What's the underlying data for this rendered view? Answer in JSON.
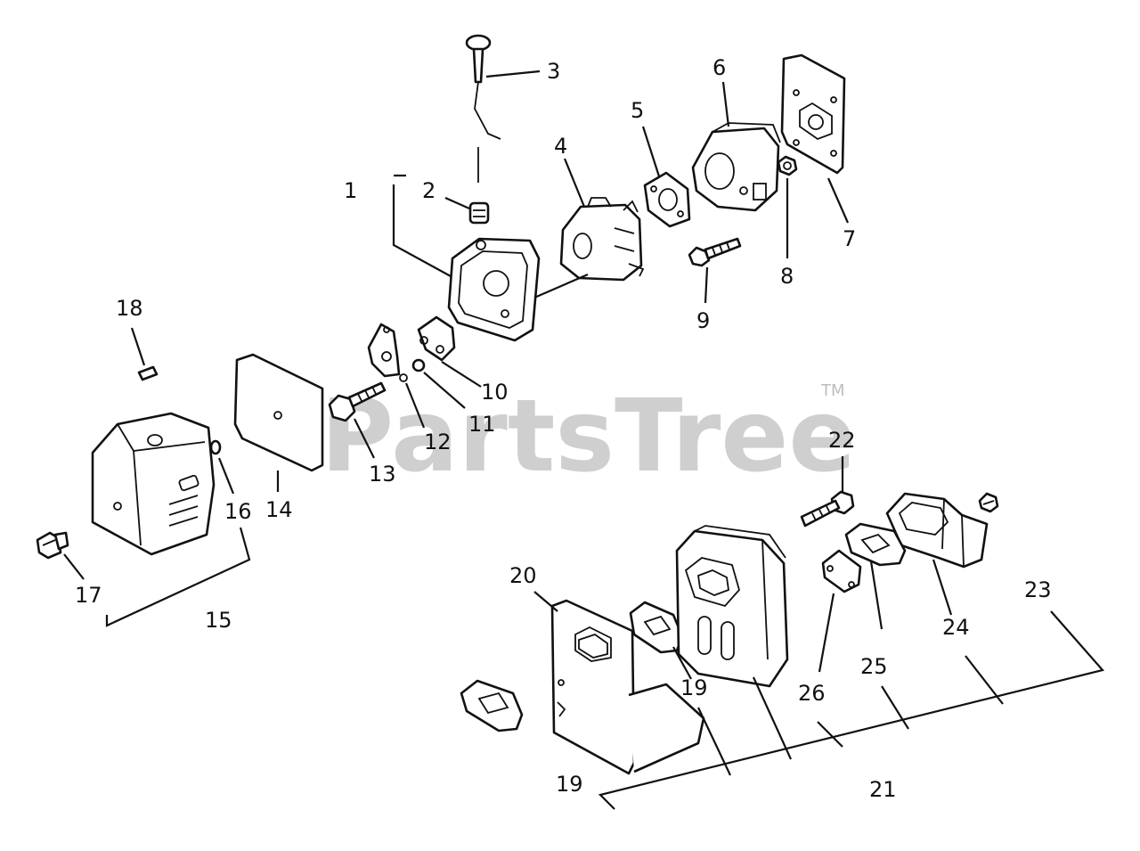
{
  "watermark": {
    "brand": "PartsTree",
    "trademark": "TM"
  },
  "callouts": [
    {
      "id": "c1",
      "label": "1"
    },
    {
      "id": "c2",
      "label": "2"
    },
    {
      "id": "c3",
      "label": "3"
    },
    {
      "id": "c4",
      "label": "4"
    },
    {
      "id": "c5",
      "label": "5"
    },
    {
      "id": "c6",
      "label": "6"
    },
    {
      "id": "c7",
      "label": "7"
    },
    {
      "id": "c8",
      "label": "8"
    },
    {
      "id": "c9",
      "label": "9"
    },
    {
      "id": "c10",
      "label": "10"
    },
    {
      "id": "c11",
      "label": "11"
    },
    {
      "id": "c12",
      "label": "12"
    },
    {
      "id": "c13",
      "label": "13"
    },
    {
      "id": "c14",
      "label": "14"
    },
    {
      "id": "c15",
      "label": "15"
    },
    {
      "id": "c16",
      "label": "16"
    },
    {
      "id": "c17",
      "label": "17"
    },
    {
      "id": "c18",
      "label": "18"
    },
    {
      "id": "c19a",
      "label": "19"
    },
    {
      "id": "c19b",
      "label": "19"
    },
    {
      "id": "c20",
      "label": "20"
    },
    {
      "id": "c21",
      "label": "21"
    },
    {
      "id": "c22",
      "label": "22"
    },
    {
      "id": "c23",
      "label": "23"
    },
    {
      "id": "c24",
      "label": "24"
    },
    {
      "id": "c25",
      "label": "25"
    },
    {
      "id": "c26",
      "label": "26"
    }
  ]
}
